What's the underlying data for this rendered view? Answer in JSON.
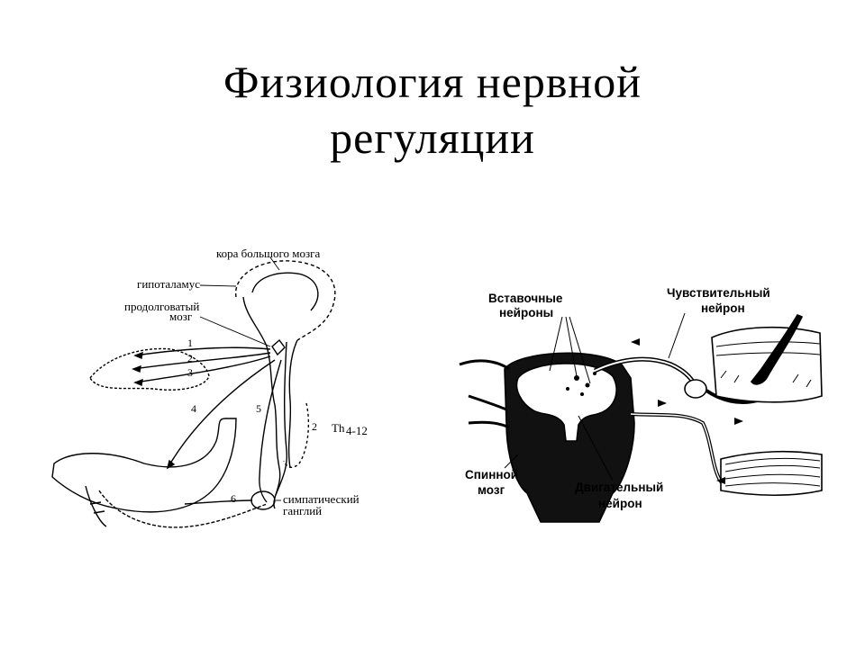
{
  "title": {
    "line1": "Физиология нервной",
    "line2": "регуляции"
  },
  "left_diagram": {
    "labels": {
      "cortex": "кора большого мозга",
      "hypothalamus": "гипоталамус",
      "medulla_line1": "продолговатый",
      "medulla_line2": "мозг",
      "segment": "Th",
      "segment_sub": "4-12",
      "ganglion_line1": "симпатический",
      "ganglion_line2": "ганглий"
    },
    "numbers": [
      "1",
      "2",
      "3",
      "4",
      "5",
      "6",
      "2"
    ]
  },
  "right_diagram": {
    "labels": {
      "interneurons_line1": "Вставочные",
      "interneurons_line2": "нейроны",
      "sensory_line1": "Чувствительный",
      "sensory_line2": "нейрон",
      "spinal_line1": "Спинной",
      "spinal_line2": "мозг",
      "motor_line1": "Двигательный",
      "motor_line2": "нейрон"
    }
  }
}
